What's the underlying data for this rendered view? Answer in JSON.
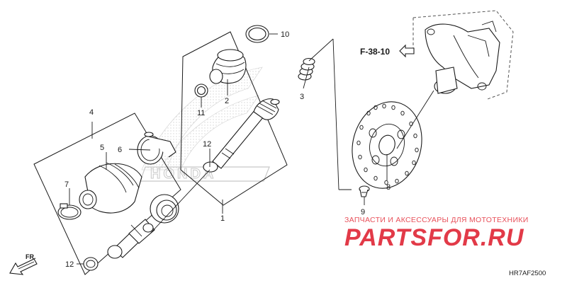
{
  "callouts": {
    "p1": "1",
    "p2": "2",
    "p3": "3",
    "p4": "4",
    "p5": "5",
    "p6": "6",
    "p7": "7",
    "p8": "8",
    "p9": "9",
    "p10": "10",
    "p11": "11",
    "p12a": "12",
    "p12b": "12"
  },
  "reference": "F-38-10",
  "direction_label": "FR.",
  "watermark": {
    "tagline": "ЗАПЧАСТИ И АКСЕССУАРЫ ДЛЯ МОТОТЕХНИКИ",
    "brand": "PARTSFOR.RU"
  },
  "diagram_code": "HR7AF2500",
  "colors": {
    "brand_red": "#e23a48",
    "line": "#1a1a1a",
    "watermark_gray": "#c8c8c8"
  }
}
